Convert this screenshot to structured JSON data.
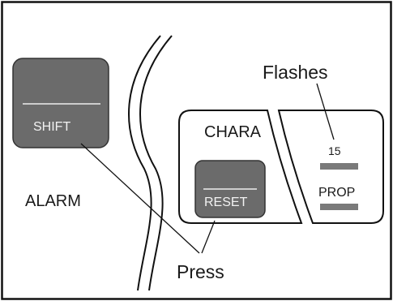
{
  "panel": {
    "alarm_label": "ALARM",
    "chara_label": "CHARA",
    "shift_key_label": "SHIFT",
    "reset_key_label": "RESET",
    "prop_label": "PROP",
    "channel_number": "15"
  },
  "callouts": {
    "flashes": "Flashes",
    "press": "Press"
  },
  "colors": {
    "key_fill": "#6b6b6b",
    "key_text": "#f2f2f2",
    "indicator_fill": "#7a7a7a",
    "line": "#111111"
  }
}
